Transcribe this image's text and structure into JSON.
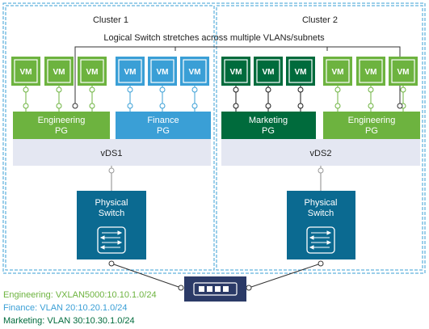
{
  "clusters": [
    {
      "label": "Cluster 1"
    },
    {
      "label": "Cluster 2"
    }
  ],
  "stretch_caption": "Logical Switch stretches across multiple VLANs/subnets",
  "vm_label": "VM",
  "port_groups": [
    {
      "line1": "Engineering",
      "line2": "PG",
      "color": "#6db33f"
    },
    {
      "line1": "Finance",
      "line2": "PG",
      "color": "#3a9fd6"
    },
    {
      "line1": "Marketing",
      "line2": "PG",
      "color": "#006b3c"
    },
    {
      "line1": "Engineering",
      "line2": "PG",
      "color": "#6db33f"
    }
  ],
  "vds": [
    {
      "label": "vDS1"
    },
    {
      "label": "vDS2"
    }
  ],
  "physical_switches": [
    {
      "line1": "Physical",
      "line2": "Switch"
    },
    {
      "line1": "Physical",
      "line2": "Switch"
    }
  ],
  "colors": {
    "engineering": "#6db33f",
    "finance": "#3a9fd6",
    "marketing": "#006b3c",
    "switch_fill": "#0b6a91",
    "router_fill": "#2b3a67",
    "cluster_border": "#3a9fd6",
    "vds_fill": "#e4e7f2"
  },
  "legend": [
    {
      "text": "Engineering: VXLAN5000:10.10.1.0/24",
      "color": "#6db33f"
    },
    {
      "text": "Finance: VLAN 20:10.20.1.0/24",
      "color": "#3a9fd6"
    },
    {
      "text": "Marketing: VLAN 30:10.30.1.0/24",
      "color": "#006b3c"
    }
  ]
}
